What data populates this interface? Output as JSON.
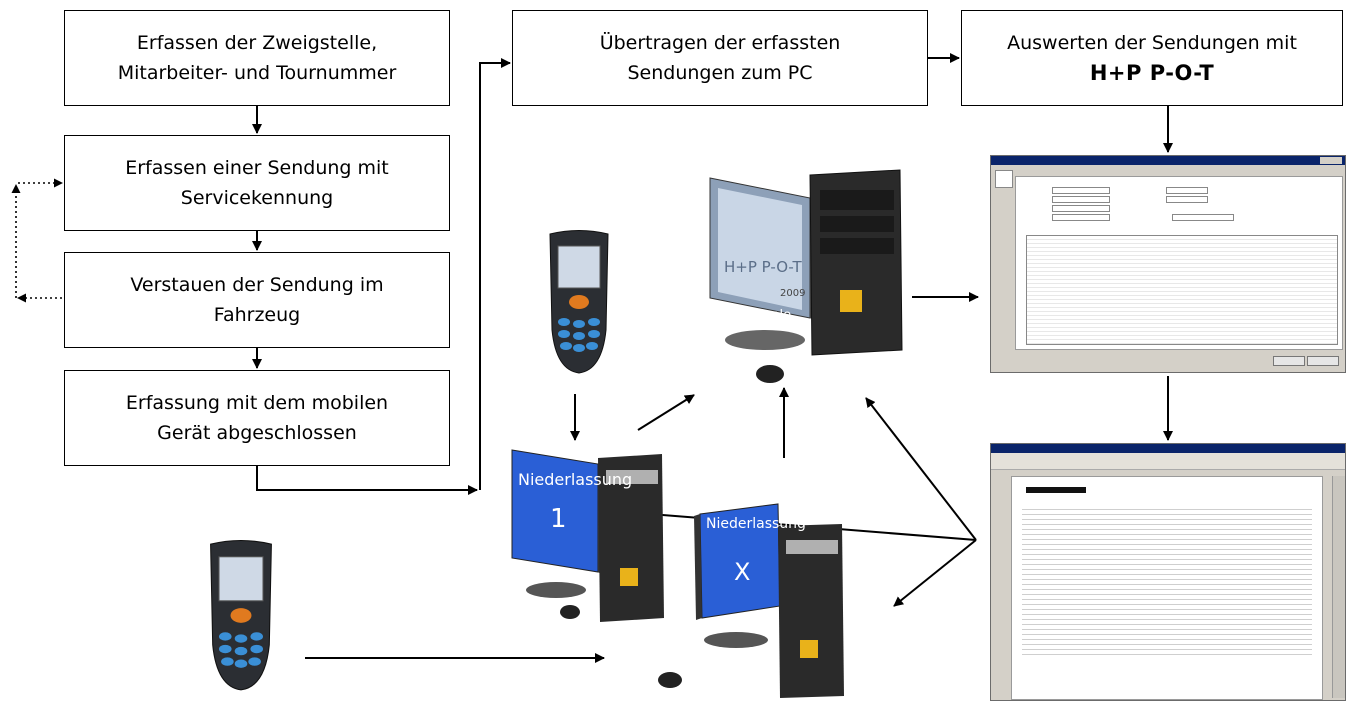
{
  "boxes": {
    "step1": [
      "Erfassen der Zweigstelle,",
      "Mitarbeiter- und Tournummer"
    ],
    "step2": [
      "Erfassen einer Sendung mit",
      "Servicekennung"
    ],
    "step3": [
      "Verstauen der Sendung im",
      "Fahrzeug"
    ],
    "step4": [
      "Erfassung mit dem mobilen",
      "Gerät abgeschlossen"
    ],
    "transfer": [
      "Übertragen der erfassten",
      "Sendungen zum PC"
    ],
    "evaluate": [
      "Auswerten der Sendungen mit",
      "H+P P-O-T"
    ]
  },
  "computers": {
    "central": {
      "screen_text": "H+P P-O-T",
      "year": "2009",
      "label": "Zentrale"
    },
    "branch1": {
      "label": "Niederlassung",
      "number": "1"
    },
    "branchX": {
      "label": "Niederlassung",
      "number": "X"
    }
  },
  "colors": {
    "screen_blue": "#2a5fd6",
    "window_title": "#0a246a",
    "scanner_body": "#2b2e33",
    "scanner_key": "#3a8fd6",
    "scanner_orange": "#e07a1f"
  }
}
